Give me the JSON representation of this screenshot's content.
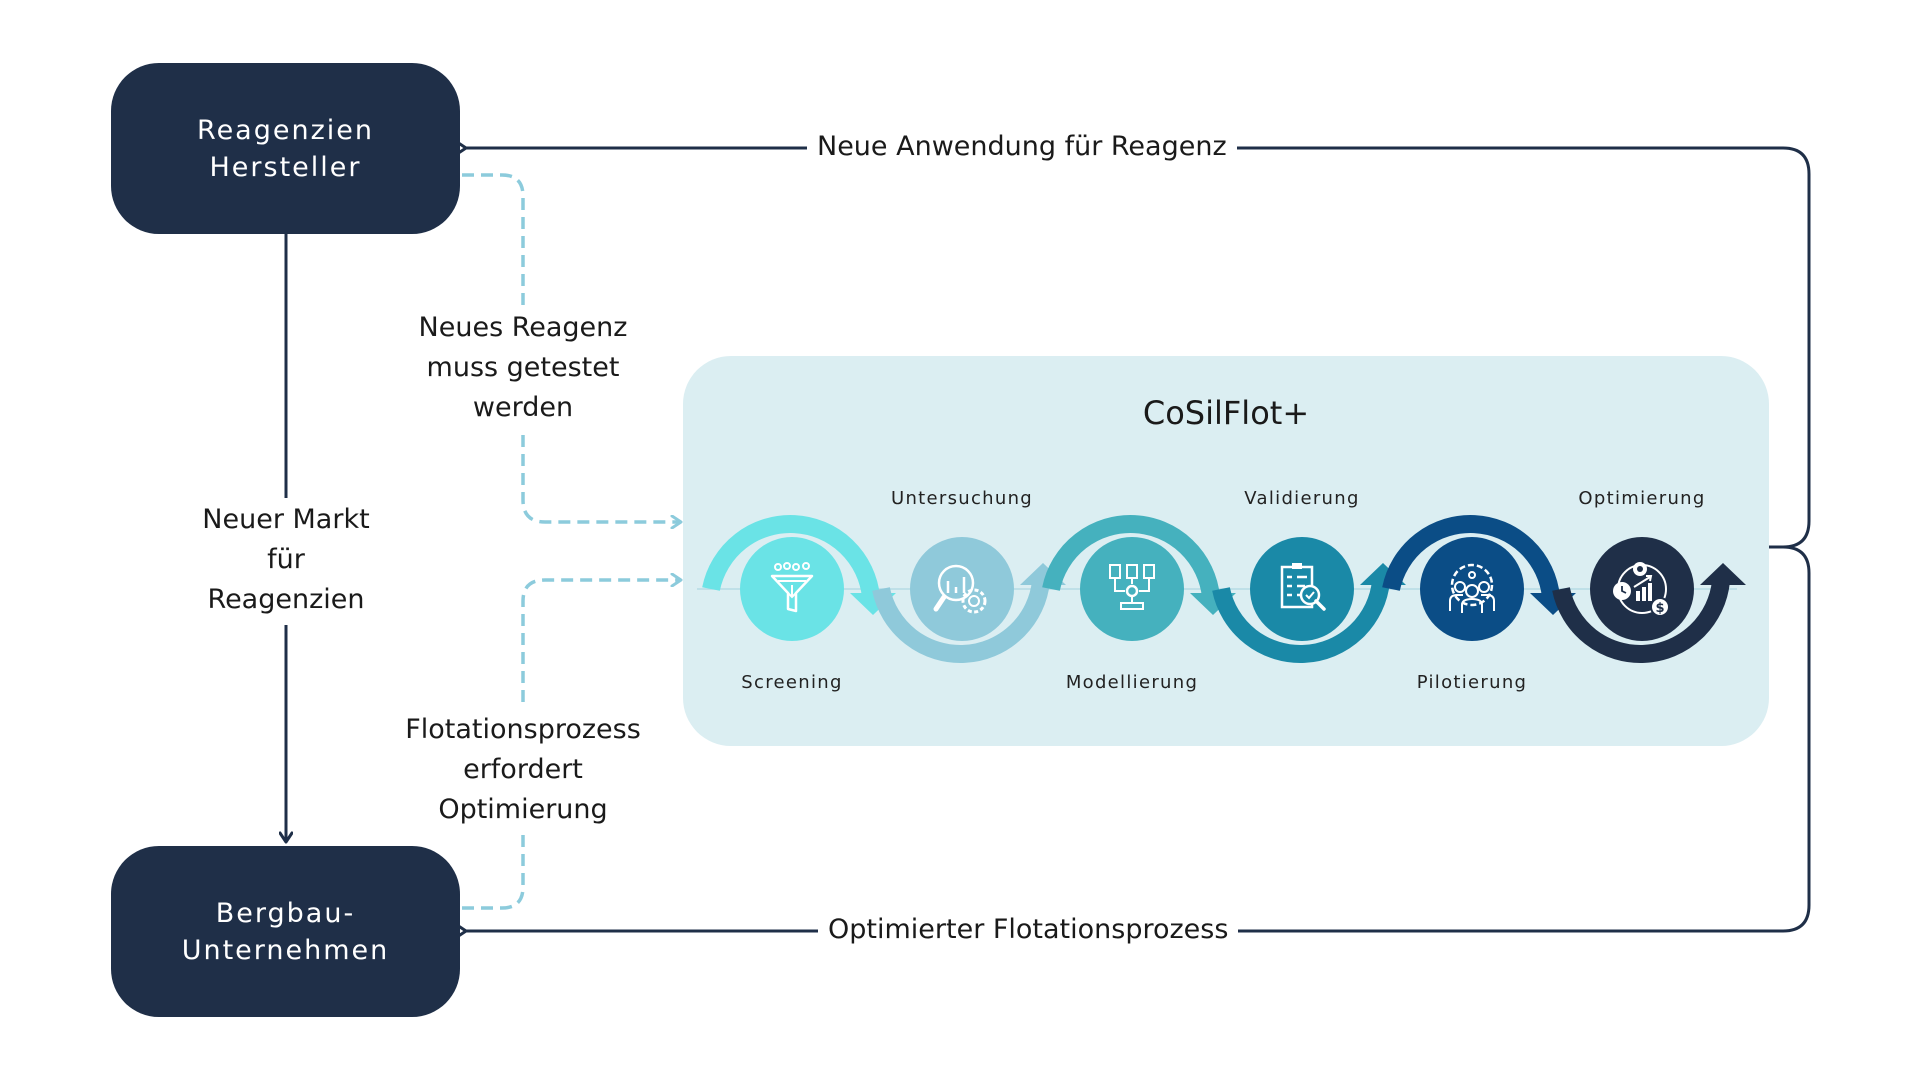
{
  "actors": {
    "top": {
      "lines": [
        "Reagenzien",
        "Hersteller"
      ]
    },
    "bottom": {
      "lines": [
        "Bergbau-",
        "Unternehmen"
      ]
    }
  },
  "flows": {
    "top_return": "Neue Anwendung für Reagenz",
    "bottom_return": "Optimierter Flotationsprozess",
    "market": [
      "Neuer Markt",
      "für",
      "Reagenzien"
    ],
    "new_reagent": [
      "Neues Reagenz",
      "muss getestet",
      "werden"
    ],
    "optimization_need": [
      "Flotationsprozess",
      "erfordert",
      "Optimierung"
    ]
  },
  "process": {
    "title": "CoSilFlot+",
    "stages": [
      {
        "label": "Screening",
        "icon": "funnel-icon",
        "color": "#6ae3e6",
        "label_pos": "below"
      },
      {
        "label": "Untersuchung",
        "icon": "analysis-magnifier-gear-icon",
        "color": "#8fc9da",
        "label_pos": "above"
      },
      {
        "label": "Modellierung",
        "icon": "model-documents-gear-icon",
        "color": "#45b1be",
        "label_pos": "below"
      },
      {
        "label": "Validierung",
        "icon": "clipboard-check-icon",
        "color": "#1a89a7",
        "label_pos": "above"
      },
      {
        "label": "Pilotierung",
        "icon": "team-gear-idea-icon",
        "color": "#0b4d86",
        "label_pos": "below"
      },
      {
        "label": "Optimierung",
        "icon": "optimization-cycle-icon",
        "color": "#1f2f48",
        "label_pos": "above"
      }
    ]
  },
  "colors": {
    "navy": "#1f2f48",
    "panel": "#dbeef2",
    "dashed": "#8ccbdc"
  }
}
